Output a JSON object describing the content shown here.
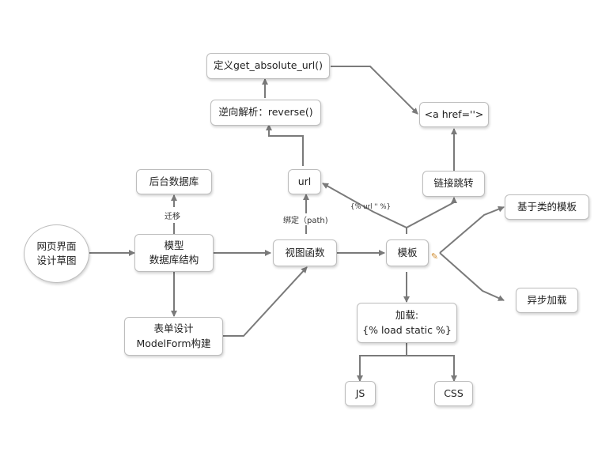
{
  "colors": {
    "line": "#7a7a7a",
    "border": "#bdbdbd",
    "text": "#222222"
  },
  "nodes": {
    "webpage": {
      "line1": "网页界面",
      "line2": "设计草图"
    },
    "model": {
      "line1": "模型",
      "line2": "数据库结构"
    },
    "backend_db": {
      "label": "后台数据库"
    },
    "form": {
      "line1": "表单设计",
      "line2": "ModelForm构建"
    },
    "view": {
      "label": "视图函数"
    },
    "url": {
      "label": "url"
    },
    "reverse": {
      "label": "逆向解析：reverse()"
    },
    "get_abs": {
      "label": "定义get_absolute_url()"
    },
    "a_href": {
      "label": "<a href=''>"
    },
    "link_jump": {
      "label": "链接跳转"
    },
    "template": {
      "label": "模板"
    },
    "class_tpl": {
      "label": "基于类的模板"
    },
    "async_load": {
      "label": "异步加载"
    },
    "load": {
      "line1": "加载:",
      "line2": "{% load static %}"
    },
    "js": {
      "label": "JS"
    },
    "css": {
      "label": "CSS"
    }
  },
  "edge_labels": {
    "migrate": "迁移",
    "bind": "绑定（path)",
    "url_tag": "{% url '' %}"
  },
  "icons": {
    "template_note": "note-icon"
  }
}
